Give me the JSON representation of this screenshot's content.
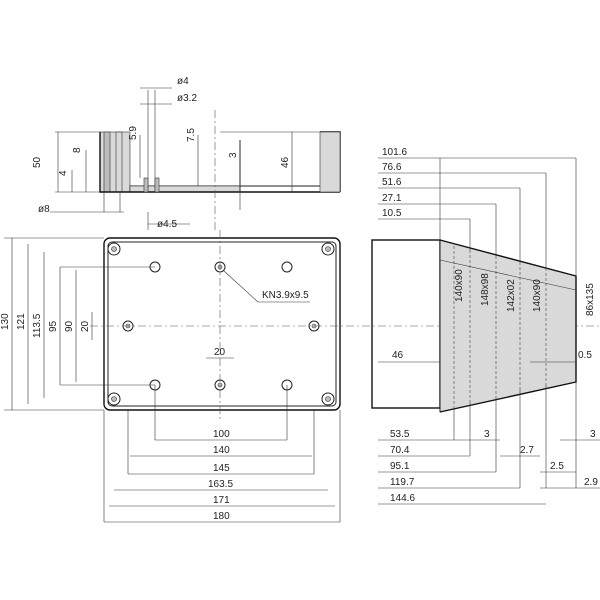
{
  "top_section": {
    "d4": "ø4",
    "d32": "ø3.2",
    "d59": "5.9",
    "d75": "7.5",
    "d3": "3",
    "d46": "46",
    "d50": "50",
    "d4v": "4",
    "d8v": "8",
    "d8": "ø8",
    "d45": "ø4.5"
  },
  "front_view": {
    "d130": "130",
    "d121": "121",
    "d1135": "113.5",
    "d95": "95",
    "d90": "90",
    "d20v": "20",
    "d20h": "20",
    "screw": "KN3.9x9.5",
    "d100": "100",
    "d140": "140",
    "d145": "145",
    "d1635": "163.5",
    "d171": "171",
    "d180": "180"
  },
  "side_view": {
    "d1016": "101.6",
    "d766": "76.6",
    "d516": "51.6",
    "d271": "27.1",
    "d105": "10.5",
    "d46s": "46",
    "d05": "0.5",
    "r1": "140x90",
    "r2": "148x98",
    "r3": "142x02",
    "r4": "140x90",
    "r5": "86x135",
    "d535": "53.5",
    "d3a": "3",
    "d3b": "3",
    "d704": "70.4",
    "d27": "2.7",
    "d951": "95.1",
    "d25": "2.5",
    "d1197": "119.7",
    "d29": "2.9",
    "d1446": "144.6"
  }
}
